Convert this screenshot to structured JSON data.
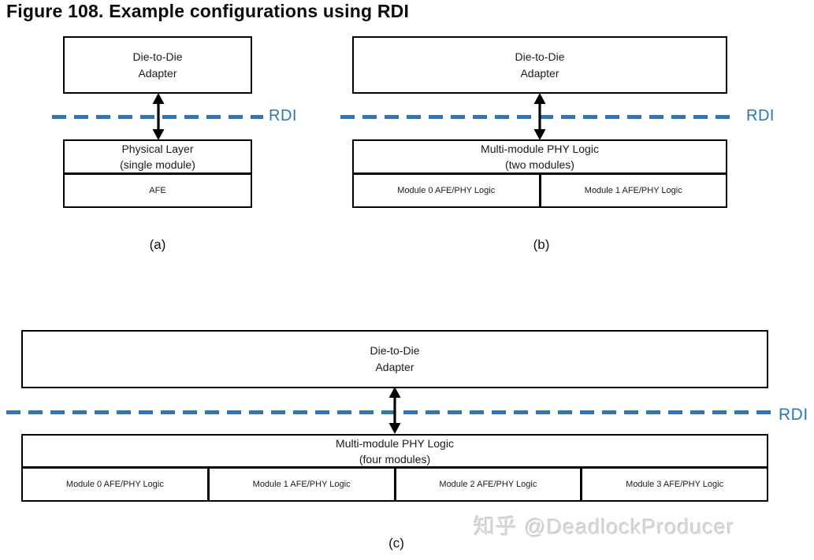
{
  "title": "Figure 108. Example configurations using RDI",
  "colors": {
    "rdi_blue": "#2E75B6",
    "box_border": "#000000",
    "watermark_gray": "#D7D7D4"
  },
  "diagrams": [
    {
      "caption": "(a)",
      "rdi_label": "RDI",
      "adapter_lines": [
        "Die-to-Die",
        "Adapter"
      ],
      "phy_lines": [
        "Physical Layer",
        "(single module)"
      ],
      "modules": [
        "AFE"
      ]
    },
    {
      "caption": "(b)",
      "rdi_label": "RDI",
      "adapter_lines": [
        "Die-to-Die",
        "Adapter"
      ],
      "phy_lines": [
        "Multi-module PHY Logic",
        "(two modules)"
      ],
      "modules": [
        "Module 0 AFE/PHY Logic",
        "Module 1 AFE/PHY Logic"
      ]
    },
    {
      "caption": "(c)",
      "rdi_label": "RDI",
      "adapter_lines": [
        "Die-to-Die",
        "Adapter"
      ],
      "phy_lines": [
        "Multi-module PHY Logic",
        "(four modules)"
      ],
      "modules": [
        "Module 0 AFE/PHY Logic",
        "Module 1 AFE/PHY Logic",
        "Module 2 AFE/PHY Logic",
        "Module 3 AFE/PHY Logic"
      ]
    }
  ],
  "watermark": "知乎 @DeadlockProducer"
}
